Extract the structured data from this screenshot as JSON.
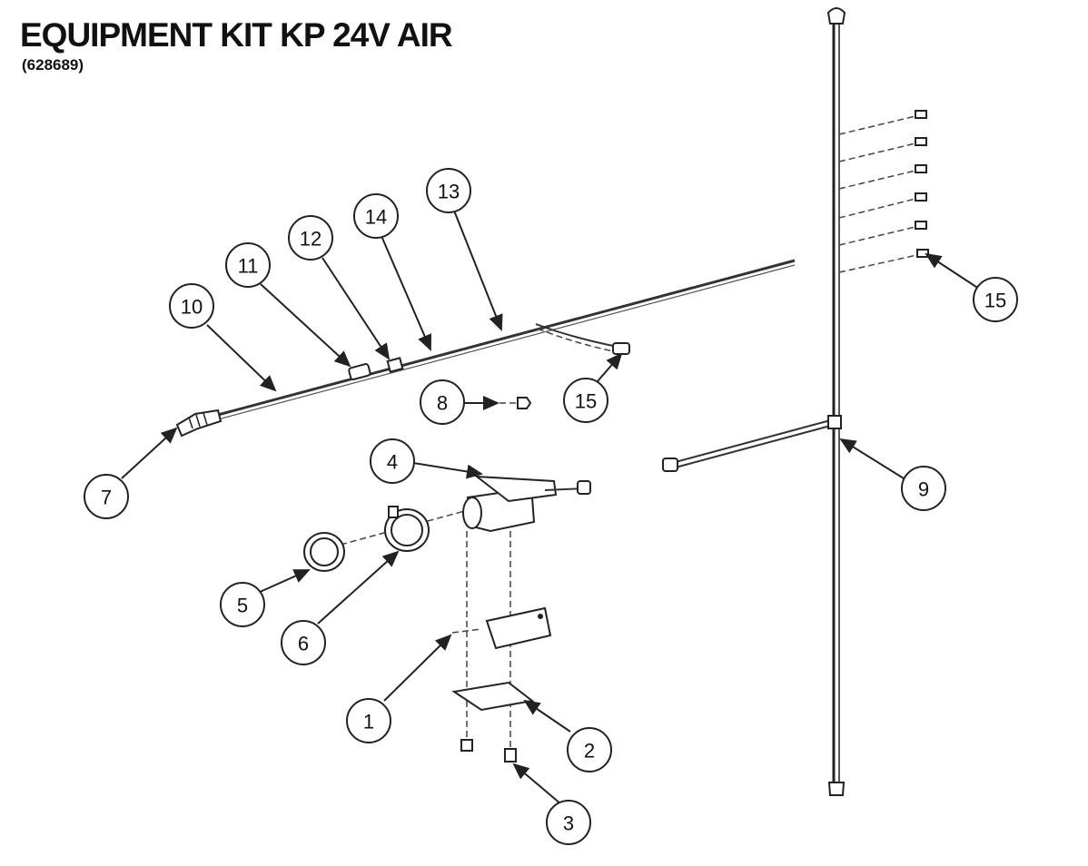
{
  "header": {
    "title": "EQUIPMENT KIT KP 24V AIR",
    "part_number": "(628689)"
  },
  "callouts": [
    {
      "id": "1",
      "label": "1"
    },
    {
      "id": "2",
      "label": "2"
    },
    {
      "id": "3",
      "label": "3"
    },
    {
      "id": "4",
      "label": "4"
    },
    {
      "id": "5",
      "label": "5"
    },
    {
      "id": "6",
      "label": "6"
    },
    {
      "id": "7",
      "label": "7"
    },
    {
      "id": "8",
      "label": "8"
    },
    {
      "id": "9",
      "label": "9"
    },
    {
      "id": "10",
      "label": "10"
    },
    {
      "id": "11",
      "label": "11"
    },
    {
      "id": "12",
      "label": "12"
    },
    {
      "id": "13",
      "label": "13"
    },
    {
      "id": "14",
      "label": "14"
    },
    {
      "id": "15a",
      "label": "15"
    },
    {
      "id": "15b",
      "label": "15"
    }
  ]
}
